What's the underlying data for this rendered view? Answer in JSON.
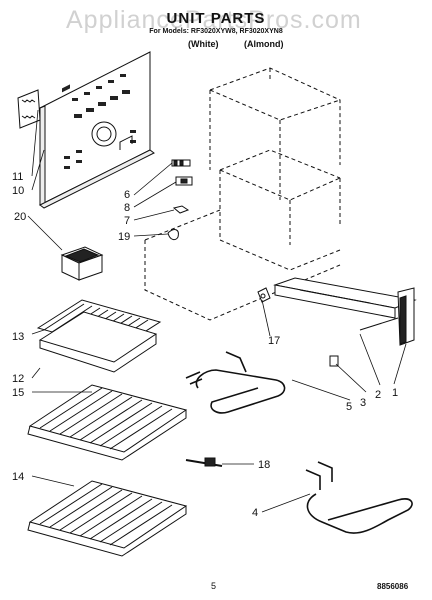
{
  "header": {
    "watermark": "AppliancePartsPros.com",
    "title": "UNIT PARTS",
    "model_line": "For Models: RF3020XYW8, RF3020XYN8",
    "variant_white": "(White)",
    "variant_almond": "(Almond)"
  },
  "callouts": {
    "c1": "1",
    "c2": "2",
    "c3": "3",
    "c4": "4",
    "c5": "5",
    "c6": "6",
    "c7": "7",
    "c8": "8",
    "c10": "10",
    "c11": "11",
    "c12": "12",
    "c13": "13",
    "c14": "14",
    "c15": "15",
    "c17": "17",
    "c18": "18",
    "c19": "19",
    "c20": "20"
  },
  "footer": {
    "page_number": "5",
    "doc_code": "8856086"
  }
}
